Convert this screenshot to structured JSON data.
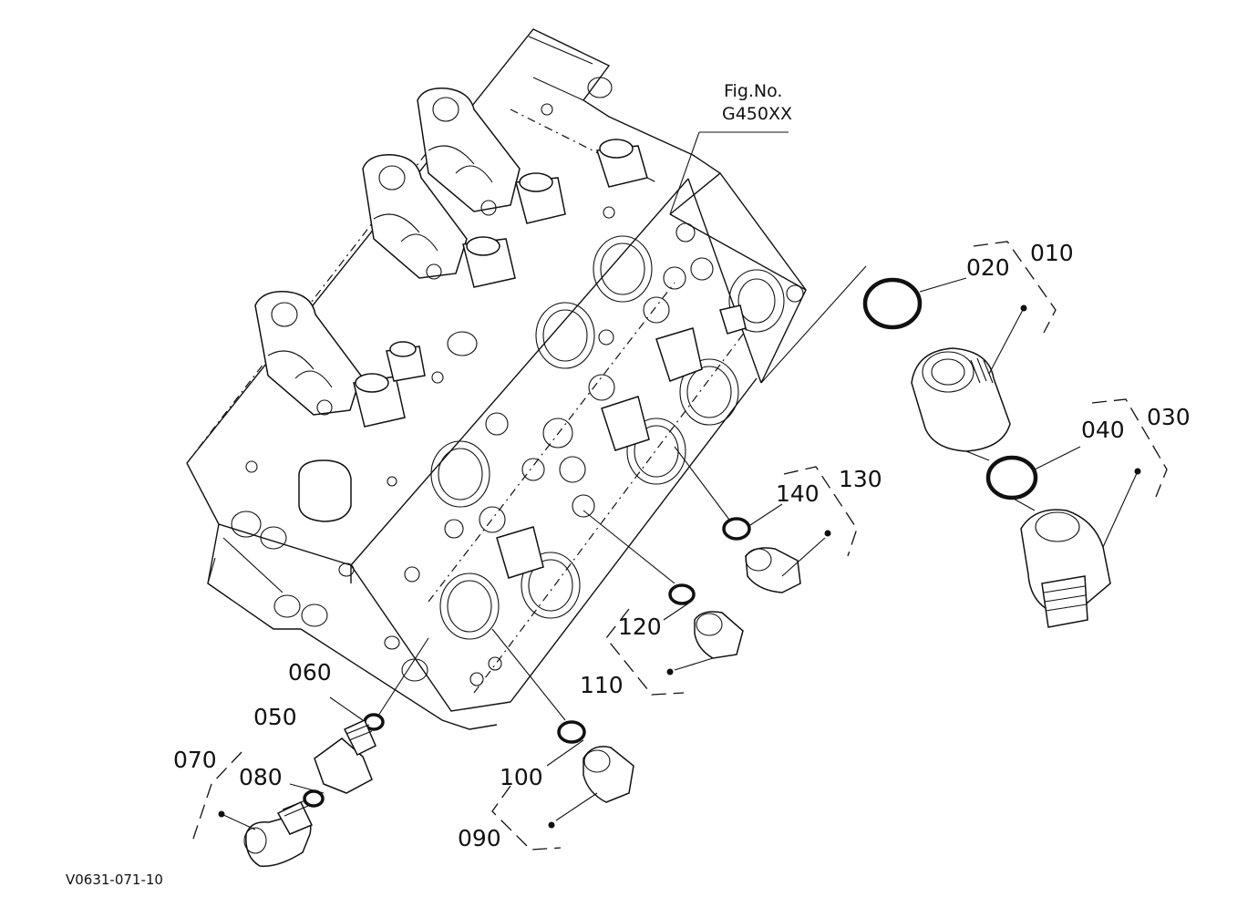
{
  "figure": {
    "fig_no_label": "Fig.No.",
    "fig_no_value": "G450XX",
    "drawing_code": "V0631-071-10"
  },
  "callouts": [
    {
      "id": "010",
      "label": "010"
    },
    {
      "id": "020",
      "label": "020"
    },
    {
      "id": "030",
      "label": "030"
    },
    {
      "id": "040",
      "label": "040"
    },
    {
      "id": "050",
      "label": "050"
    },
    {
      "id": "060",
      "label": "060"
    },
    {
      "id": "070",
      "label": "070"
    },
    {
      "id": "080",
      "label": "080"
    },
    {
      "id": "090",
      "label": "090"
    },
    {
      "id": "100",
      "label": "100"
    },
    {
      "id": "110",
      "label": "110"
    },
    {
      "id": "120",
      "label": "120"
    },
    {
      "id": "130",
      "label": "130"
    },
    {
      "id": "140",
      "label": "140"
    }
  ]
}
